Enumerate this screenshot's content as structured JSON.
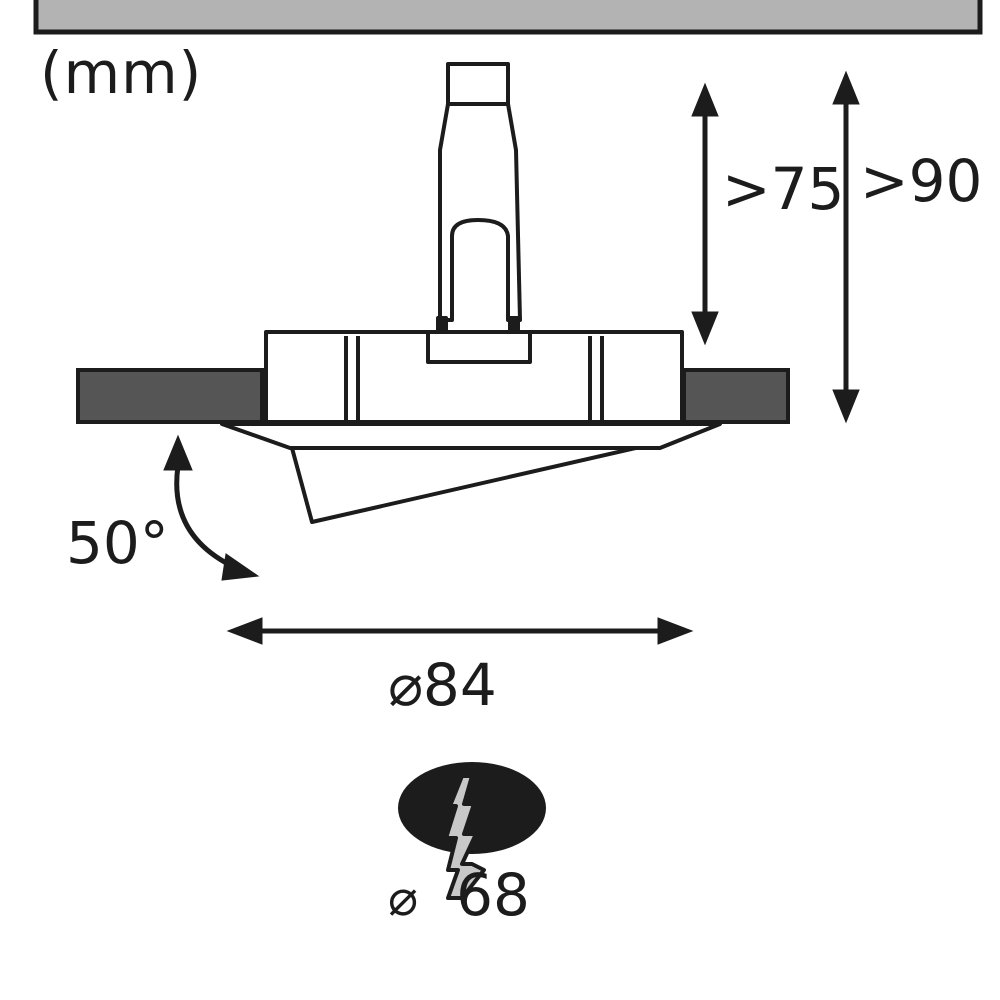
{
  "unit_label": "(mm)",
  "dimensions": {
    "height_inner": ">75",
    "height_outer": ">90",
    "swivel_angle": "50°",
    "diameter_outer": "⌀84",
    "cutout_symbol": "⌀",
    "cutout_value": "68"
  },
  "colors": {
    "line": "#1c1c1c",
    "ceiling": "#b3b3b3",
    "ceiling_section": "#555555",
    "cutout_fill": "#1c1c1c",
    "bolt_fill": "#c8c8c8"
  },
  "icons": {
    "cutout": "ceiling-cutout-icon",
    "bolt": "lightning-bolt-icon"
  }
}
